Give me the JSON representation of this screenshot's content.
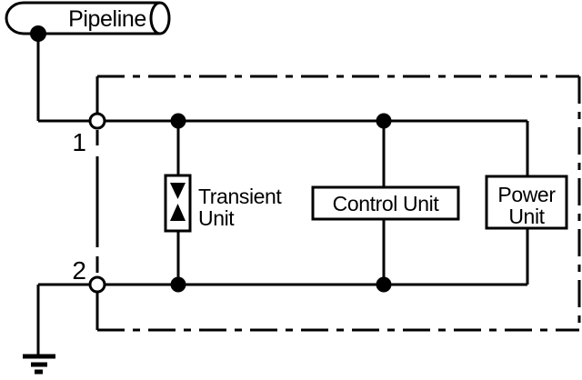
{
  "diagram": {
    "pipeline": {
      "label": "Pipeline"
    },
    "terminals": {
      "t1": {
        "label": "1"
      },
      "t2": {
        "label": "2"
      }
    },
    "units": {
      "transient": {
        "label_line1": "Transient",
        "label_line2": "Unit"
      },
      "control": {
        "label": "Control Unit"
      },
      "power": {
        "label_line1": "Power",
        "label_line2": "Unit"
      }
    },
    "colors": {
      "stroke": "#000000",
      "background": "#ffffff"
    }
  }
}
